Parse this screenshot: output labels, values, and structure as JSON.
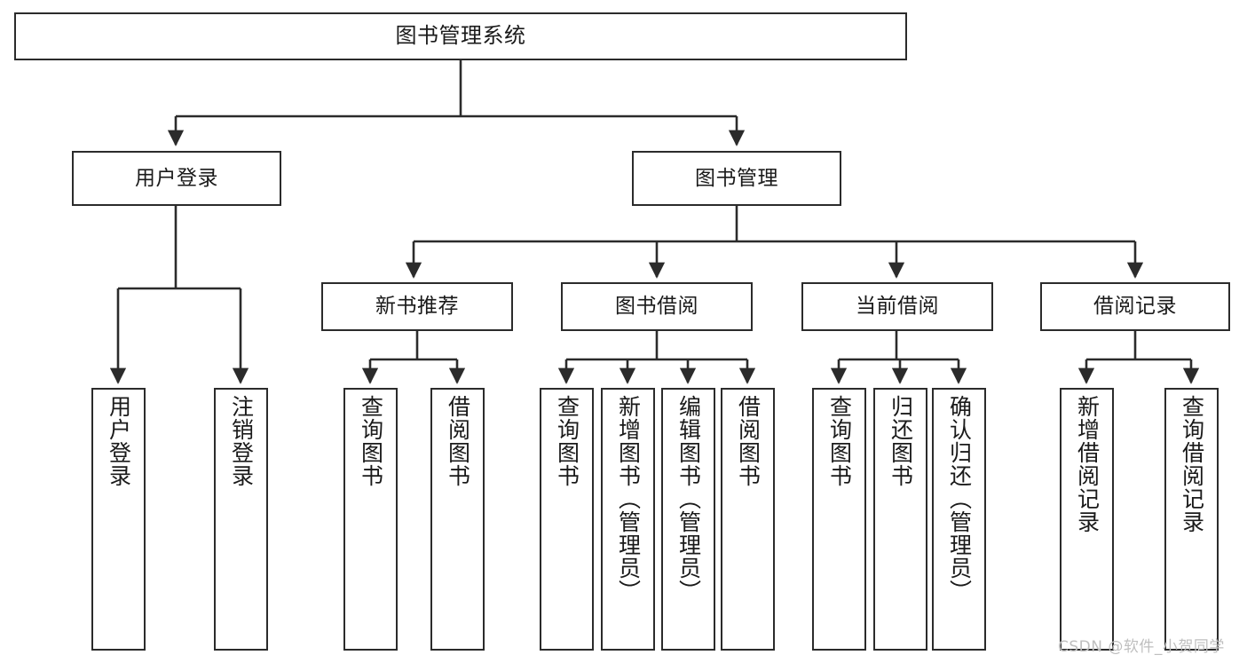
{
  "diagram": {
    "title": "图书管理系统",
    "type": "functional-structure-tree",
    "colors": {
      "node_border": "#2b2b2b",
      "node_fill": "#ffffff",
      "edge": "#2b2b2b",
      "text": "#1a1a1a",
      "watermark": "#bfbfbf"
    },
    "root": {
      "id": "root",
      "label": "图书管理系统"
    },
    "level1": [
      {
        "id": "l1-0",
        "label": "用户登录"
      },
      {
        "id": "l1-1",
        "label": "图书管理"
      }
    ],
    "level2": [
      {
        "id": "l2-0",
        "label": "新书推荐",
        "parent": "l1-1"
      },
      {
        "id": "l2-1",
        "label": "图书借阅",
        "parent": "l1-1"
      },
      {
        "id": "l2-2",
        "label": "当前借阅",
        "parent": "l1-1"
      },
      {
        "id": "l2-3",
        "label": "借阅记录",
        "parent": "l1-1"
      }
    ],
    "leaves": [
      {
        "id": "lf-0",
        "label": "用户登录",
        "parent": "l1-0"
      },
      {
        "id": "lf-1",
        "label": "注销登录",
        "parent": "l1-0"
      },
      {
        "id": "lf-2",
        "label": "查询图书",
        "parent": "l2-0"
      },
      {
        "id": "lf-3",
        "label": "借阅图书",
        "parent": "l2-0"
      },
      {
        "id": "lf-4",
        "label": "查询图书",
        "parent": "l2-1"
      },
      {
        "id": "lf-5",
        "label": "新增图书（管理员）",
        "parent": "l2-1"
      },
      {
        "id": "lf-6",
        "label": "编辑图书（管理员）",
        "parent": "l2-1"
      },
      {
        "id": "lf-7",
        "label": "借阅图书",
        "parent": "l2-1"
      },
      {
        "id": "lf-8",
        "label": "查询图书",
        "parent": "l2-2"
      },
      {
        "id": "lf-9",
        "label": "归还图书",
        "parent": "l2-2"
      },
      {
        "id": "lf-10",
        "label": "确认归还（管理员）",
        "parent": "l2-2"
      },
      {
        "id": "lf-11",
        "label": "新增借阅记录",
        "parent": "l2-3"
      },
      {
        "id": "lf-12",
        "label": "查询借阅记录",
        "parent": "l2-3"
      }
    ],
    "watermark": "CSDN @软件_小贺同学"
  }
}
